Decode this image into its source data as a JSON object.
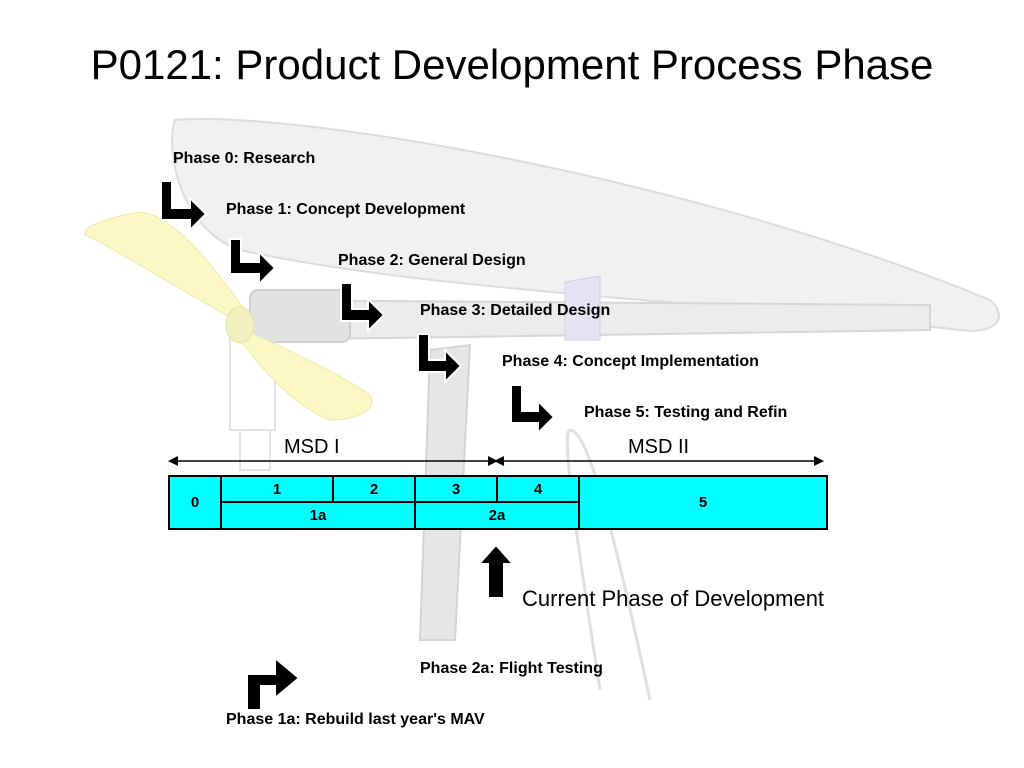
{
  "title": "P0121: Product Development Process Phase",
  "phases": [
    "Phase 0: Research",
    "Phase 1: Concept Development",
    "Phase 2: General Design",
    "Phase 3: Detailed Design",
    "Phase 4: Concept Implementation",
    "Phase 5: Testing and Refin"
  ],
  "msd": {
    "first": "MSD I",
    "second": "MSD II"
  },
  "table": {
    "cell_0": "0",
    "top_cells": [
      "1",
      "2",
      "3",
      "4"
    ],
    "bottom_cells": [
      "1a",
      "2a"
    ],
    "cell_5": "5"
  },
  "current_phase_label": "Current Phase of Development",
  "sub_phases": {
    "flight_testing": "Phase 2a: Flight Testing",
    "rebuild": "Phase 1a:  Rebuild last year's MAV"
  },
  "colors": {
    "table_fill": "#00ffff"
  }
}
